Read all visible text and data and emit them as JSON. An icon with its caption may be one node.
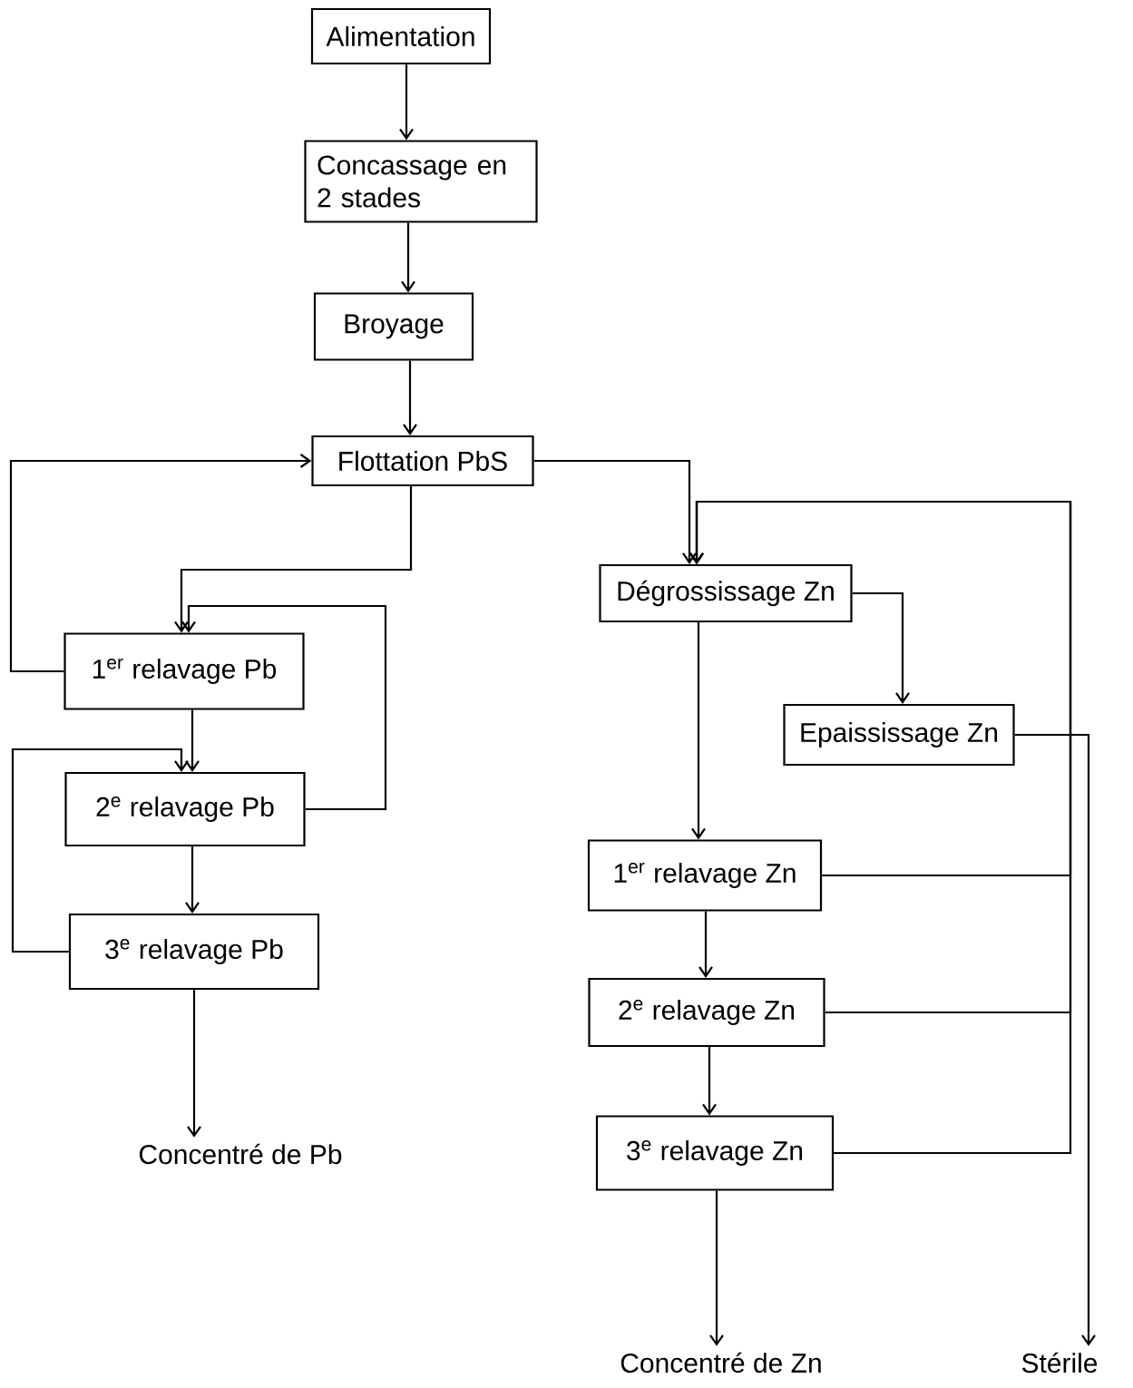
{
  "diagram": {
    "nodes": [
      {
        "text": [
          "Alimentation"
        ]
      },
      {
        "text": [
          "Concassage en 2 stades"
        ]
      },
      {
        "text": [
          "Broyage"
        ]
      },
      {
        "text": [
          "Flottation PbS"
        ]
      },
      {
        "text": [
          "1$^{er}$ relavage Pb"
        ]
      },
      {
        "text": [
          "2$^{e}$ relavage Pb"
        ]
      },
      {
        "text": [
          "3$^{e}$ relavage Pb"
        ]
      },
      {
        "text": [
          "Concentré de Pb"
        ]
      },
      {
        "text": [
          "Dégrossissage Zn"
        ]
      },
      {
        "text": [
          "Epaississage Zn"
        ]
      },
      {
        "text": [
          "1$^{er}$ relavage Zn"
        ]
      },
      {
        "text": [
          "2$^{e}$ relavage Zn"
        ]
      },
      {
        "text": [
          "3$^{e}$ relavage Zn"
        ]
      },
      {
        "text": [
          "Concentré de Zn"
        ]
      },
      {
        "text": [
          "Stérile"
        ]
      }
    ],
    "edges": [
      {
        "from": 0,
        "to": 1,
        "arrow": "to"
      },
      {
        "from": 1,
        "to": 2,
        "arrow": "to"
      },
      {
        "from": 2,
        "to": 3,
        "arrow": "to"
      },
      {
        "from": 3,
        "to": 4,
        "arrow": "to"
      },
      {
        "from": 4,
        "to": 3,
        "arrow": "to"
      },
      {
        "from": 4,
        "to": 5,
        "arrow": "to"
      },
      {
        "from": 5,
        "to": 4,
        "arrow": "to"
      },
      {
        "from": 5,
        "to": 6,
        "arrow": "to"
      },
      {
        "from": 6,
        "to": 5,
        "arrow": "to"
      },
      {
        "from": 6,
        "to": 7,
        "arrow": "to"
      },
      {
        "from": 3,
        "to": 8,
        "arrow": "to"
      },
      {
        "from": 8,
        "to": 9,
        "arrow": "to"
      },
      {
        "from": 8,
        "to": 10,
        "arrow": "to"
      },
      {
        "from": 10,
        "to": 11,
        "arrow": "to"
      },
      {
        "from": 11,
        "to": 12,
        "arrow": "to"
      },
      {
        "from": 12,
        "to": 13,
        "arrow": "to"
      },
      {
        "from": 9,
        "to": 14,
        "arrow": "to"
      },
      {
        "from": 10,
        "to": 8,
        "arrow": "to"
      },
      {
        "from": 11,
        "to": 8,
        "arrow": "to"
      },
      {
        "from": 12,
        "to": 8,
        "arrow": "to"
      }
    ]
  }
}
